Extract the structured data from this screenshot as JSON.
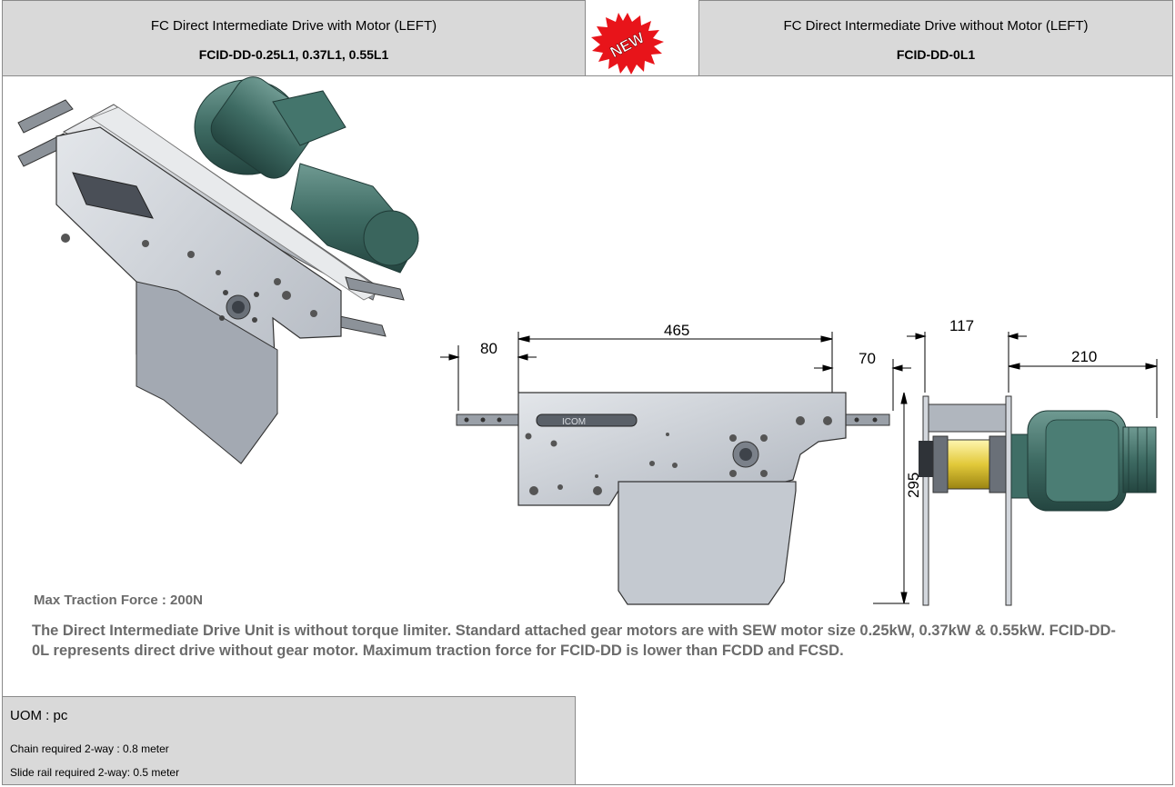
{
  "header": {
    "left_title": "FC Direct Intermediate Drive with Motor (LEFT)",
    "left_code": "FCID-DD-0.25L1, 0.37L1, 0.55L1",
    "badge_text": "NEW",
    "right_title": "FC Direct Intermediate Drive without Motor (LEFT)",
    "right_code": "FCID-DD-0L1"
  },
  "dimensions": {
    "d1": "80",
    "d2": "465",
    "d3": "70",
    "d4": "117",
    "d5": "210",
    "d6": "295"
  },
  "plate_label": "ICOM",
  "max_traction": "Max Traction Force : 200N",
  "description": "The Direct Intermediate Drive Unit is without torque limiter. Standard attached gear motors are with SEW motor size 0.25kW, 0.37kW & 0.55kW. FCID-DD-0L represents direct drive without  gear motor. Maximum traction force for FCID-DD is lower than FCDD and FCSD.",
  "uom": {
    "unit": "UOM : pc",
    "chain": "Chain required 2-way : 0.8 meter",
    "slide_rail": "Slide rail required 2-way:  0.5 meter"
  },
  "colors": {
    "header_bg": "#d9d9d9",
    "badge_red": "#e8141a",
    "motor_green": "#3f6e66",
    "plate_grey": "#c9ced6",
    "text_grey": "#6b6b6b"
  }
}
